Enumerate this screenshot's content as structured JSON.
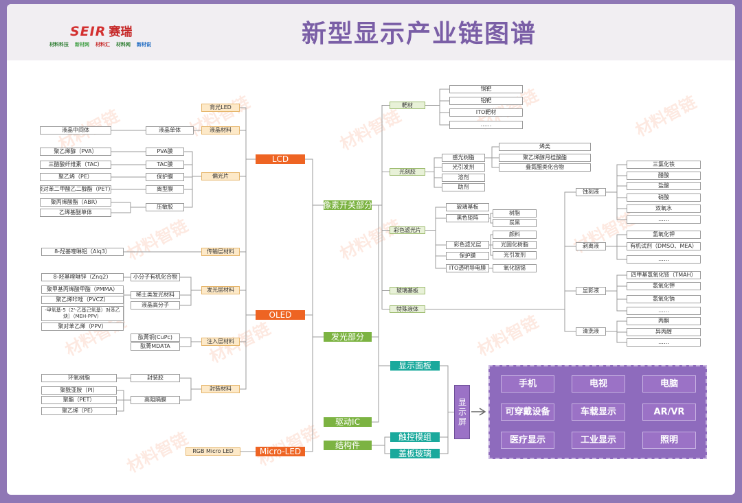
{
  "title": "新型显示产业链图谱",
  "brand": {
    "logo_text": "SEIR",
    "logo_cn": "赛瑞",
    "sub_logos": [
      "材料科技",
      "新材网",
      "材料汇",
      "材料网",
      "新材说"
    ]
  },
  "watermark": "材料智链",
  "colors": {
    "frame": "#8f77b5",
    "header": "#f1eef2",
    "title": "#7a5ea6",
    "lcd_oled": "#ee6423",
    "part": "#7cb342",
    "module": "#1aa99c",
    "app": "#9b72c6"
  },
  "diagram": {
    "nodes": [
      {
        "id": "yj_zj",
        "label": "液晶中间体",
        "style": "w"
      },
      {
        "id": "yj_dt",
        "label": "液晶单体",
        "style": "w"
      },
      {
        "id": "pva",
        "label": "聚乙烯醇（PVA）",
        "style": "w"
      },
      {
        "id": "pva_m",
        "label": "PVA膜",
        "style": "w"
      },
      {
        "id": "tac",
        "label": "三醋酸纤维素（TAC）",
        "style": "w"
      },
      {
        "id": "tac_m",
        "label": "TAC膜",
        "style": "w"
      },
      {
        "id": "pe1",
        "label": "聚乙烯（PE）",
        "style": "w"
      },
      {
        "id": "bhm",
        "label": "保护膜",
        "style": "w"
      },
      {
        "id": "pet1",
        "label": "聚对苯二甲酸乙二醇酯（PET）",
        "style": "w"
      },
      {
        "id": "lxm",
        "label": "离型膜",
        "style": "w"
      },
      {
        "id": "abr",
        "label": "聚丙烯酸酯（ABR）",
        "style": "w"
      },
      {
        "id": "yxjm",
        "label": "乙烯基醚单体",
        "style": "w"
      },
      {
        "id": "ymj",
        "label": "压敏胶",
        "style": "w"
      },
      {
        "id": "bgled",
        "label": "背光LED",
        "style": "y"
      },
      {
        "id": "yjcl",
        "label": "液晶材料",
        "style": "y"
      },
      {
        "id": "pgp",
        "label": "偏光片",
        "style": "y"
      },
      {
        "id": "lcd",
        "label": "LCD",
        "style": "o"
      },
      {
        "id": "alq3",
        "label": "8-羟基喹啉铝（Alq3）",
        "style": "w"
      },
      {
        "id": "znq2",
        "label": "8-羟基喹啉锌（Znq2）",
        "style": "w"
      },
      {
        "id": "pmma",
        "label": "聚甲基丙烯酸甲酯（PMMA）",
        "style": "w"
      },
      {
        "id": "pvcz",
        "label": "聚乙烯咔唑（PVCZ）",
        "style": "w"
      },
      {
        "id": "mehppv",
        "label": "-甲氧基-5（2'-乙基己氧基）对苯乙炔］（MEH-PPV）",
        "style": "w"
      },
      {
        "id": "ppv",
        "label": "聚对苯乙烯（PPV）",
        "style": "w"
      },
      {
        "id": "xfz",
        "label": "小分子有机化合物",
        "style": "w"
      },
      {
        "id": "xtfg",
        "label": "稀土类发光材料",
        "style": "w"
      },
      {
        "id": "yjgfz",
        "label": "液晶高分子",
        "style": "w"
      },
      {
        "id": "csccl",
        "label": "传输层材料",
        "style": "y"
      },
      {
        "id": "fgccl",
        "label": "发光层材料",
        "style": "y"
      },
      {
        "id": "cupc",
        "label": "酞菁铜(CuPc)",
        "style": "w"
      },
      {
        "id": "mdata",
        "label": "酞菁MDATA",
        "style": "w"
      },
      {
        "id": "zrccl",
        "label": "注入层材料",
        "style": "y"
      },
      {
        "id": "oled",
        "label": "OLED",
        "style": "o"
      },
      {
        "id": "hysz",
        "label": "环氧树脂",
        "style": "w"
      },
      {
        "id": "pi",
        "label": "聚酰亚胺（PI）",
        "style": "w"
      },
      {
        "id": "pet2",
        "label": "聚酯（PET）",
        "style": "w"
      },
      {
        "id": "pe2",
        "label": "聚乙烯（PE）",
        "style": "w"
      },
      {
        "id": "fzj",
        "label": "封装胶",
        "style": "w"
      },
      {
        "id": "gzgm",
        "label": "高阻隔膜",
        "style": "w"
      },
      {
        "id": "fzcl",
        "label": "封装材料",
        "style": "y"
      },
      {
        "id": "rgbled",
        "label": "RGB Micro LED",
        "style": "y"
      },
      {
        "id": "microled",
        "label": "Micro-LED",
        "style": "o"
      },
      {
        "id": "xskg",
        "label": "像素开关部分",
        "style": "lg"
      },
      {
        "id": "fgbf",
        "label": "发光部分",
        "style": "lg"
      },
      {
        "id": "qdic",
        "label": "驱动IC",
        "style": "lg"
      },
      {
        "id": "jgj",
        "label": "结构件",
        "style": "lg"
      },
      {
        "id": "bc",
        "label": "靶材",
        "style": "g"
      },
      {
        "id": "tb",
        "label": "铜靶",
        "style": "w"
      },
      {
        "id": "lb",
        "label": "铝靶",
        "style": "w"
      },
      {
        "id": "itob",
        "label": "ITO靶材",
        "style": "w"
      },
      {
        "id": "bc_more",
        "label": "……",
        "style": "w"
      },
      {
        "id": "gkj",
        "label": "光刻胶",
        "style": "g"
      },
      {
        "id": "ggsz",
        "label": "感光树脂",
        "style": "w"
      },
      {
        "id": "gyfj",
        "label": "光引发剂",
        "style": "w"
      },
      {
        "id": "rj",
        "label": "溶剂",
        "style": "w"
      },
      {
        "id": "zj",
        "label": "助剂",
        "style": "w"
      },
      {
        "id": "xl",
        "label": "烯类",
        "style": "w"
      },
      {
        "id": "jyxc",
        "label": "聚乙烯醇月桂酸酯",
        "style": "w"
      },
      {
        "id": "ddl",
        "label": "叠氮醌类化合物",
        "style": "w"
      },
      {
        "id": "cslgp",
        "label": "彩色滤光片",
        "style": "g"
      },
      {
        "id": "blj",
        "label": "玻璃基板",
        "style": "w"
      },
      {
        "id": "hsjz",
        "label": "黑色矩阵",
        "style": "w"
      },
      {
        "id": "sz",
        "label": "树脂",
        "style": "w"
      },
      {
        "id": "th",
        "label": "炭黑",
        "style": "w"
      },
      {
        "id": "csgc",
        "label": "彩色滤光层",
        "style": "w"
      },
      {
        "id": "yl",
        "label": "颜料",
        "style": "w"
      },
      {
        "id": "ggh",
        "label": "光固化树脂",
        "style": "w"
      },
      {
        "id": "gyfj2",
        "label": "光引发剂",
        "style": "w"
      },
      {
        "id": "bhm2",
        "label": "保护膜",
        "style": "w"
      },
      {
        "id": "itotm",
        "label": "ITO透明导电膜",
        "style": "w"
      },
      {
        "id": "yhxx",
        "label": "氧化铟锡",
        "style": "w"
      },
      {
        "id": "bljb",
        "label": "玻璃基板",
        "style": "g"
      },
      {
        "id": "tsyt",
        "label": "特殊液体",
        "style": "g"
      },
      {
        "id": "skj",
        "label": "蚀刻液",
        "style": "w"
      },
      {
        "id": "slht",
        "label": "三氯化铁",
        "style": "w"
      },
      {
        "id": "cs",
        "label": "醋酸",
        "style": "w"
      },
      {
        "id": "ys",
        "label": "盐酸",
        "style": "w"
      },
      {
        "id": "xs",
        "label": "硝酸",
        "style": "w"
      },
      {
        "id": "syhs",
        "label": "双氧水",
        "style": "w"
      },
      {
        "id": "skj_more",
        "label": "……",
        "style": "w"
      },
      {
        "id": "blj2",
        "label": "剥离液",
        "style": "w"
      },
      {
        "id": "qyhj1",
        "label": "氢氧化钾",
        "style": "w"
      },
      {
        "id": "yjsj",
        "label": "有机试剂（DMSO、MEA）",
        "style": "w"
      },
      {
        "id": "blj_more",
        "label": "……",
        "style": "w"
      },
      {
        "id": "xyy",
        "label": "显影液",
        "style": "w"
      },
      {
        "id": "tmah",
        "label": "四甲基氢氧化铵（TMAH）",
        "style": "w"
      },
      {
        "id": "qyhj2",
        "label": "氢氧化钾",
        "style": "w"
      },
      {
        "id": "qyhn",
        "label": "氢氧化钠",
        "style": "w"
      },
      {
        "id": "xyy_more",
        "label": "……",
        "style": "w"
      },
      {
        "id": "qxy",
        "label": "清洗液",
        "style": "w"
      },
      {
        "id": "bt",
        "label": "丙酮",
        "style": "w"
      },
      {
        "id": "ybc",
        "label": "异丙醇",
        "style": "w"
      },
      {
        "id": "qxy_more",
        "label": "……",
        "style": "w"
      },
      {
        "id": "xsmb",
        "label": "显示面板",
        "style": "t"
      },
      {
        "id": "ckmz",
        "label": "触控模组",
        "style": "t"
      },
      {
        "id": "gbbl",
        "label": "盖板玻璃",
        "style": "t"
      },
      {
        "id": "xsp",
        "label": "显示屏",
        "style": "p"
      }
    ],
    "applications": [
      "手机",
      "电视",
      "电脑",
      "可穿戴设备",
      "车载显示",
      "AR/VR",
      "医疗显示",
      "工业显示",
      "照明"
    ]
  }
}
